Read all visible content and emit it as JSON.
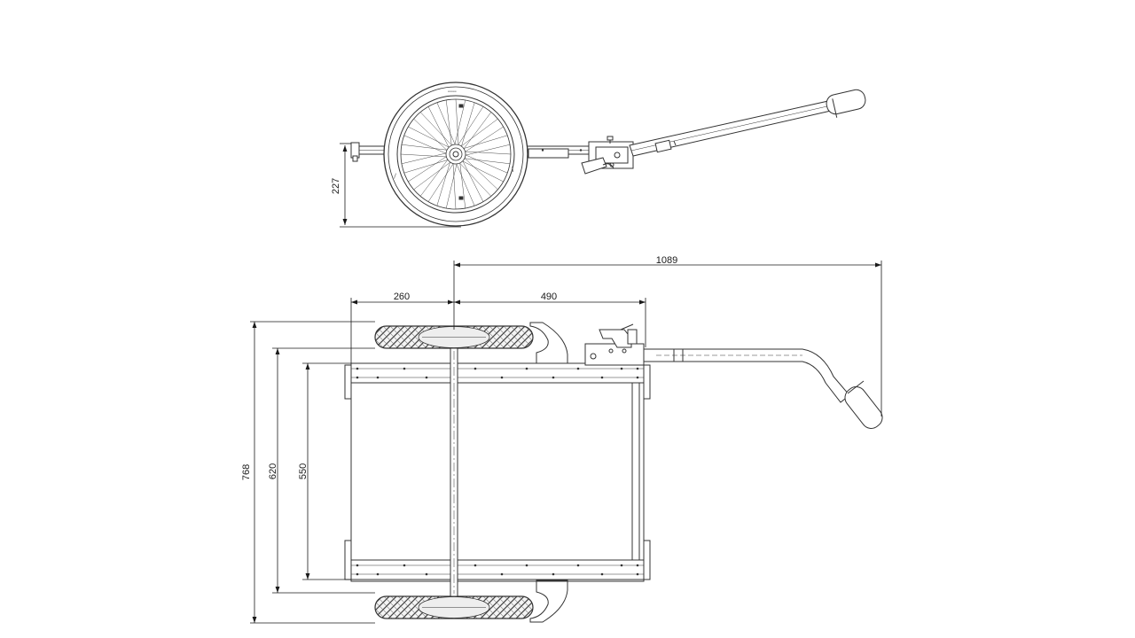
{
  "dimensions": {
    "side_height": "227",
    "overall_length": "1089",
    "rear_offset": "260",
    "front_offset": "490",
    "overall_width": "768",
    "wheel_width": "620",
    "frame_width": "550"
  },
  "colors": {
    "line": "#333333",
    "dim_line": "#1a1a1a",
    "tire_fill": "#eeeeee",
    "background": "#ffffff"
  }
}
